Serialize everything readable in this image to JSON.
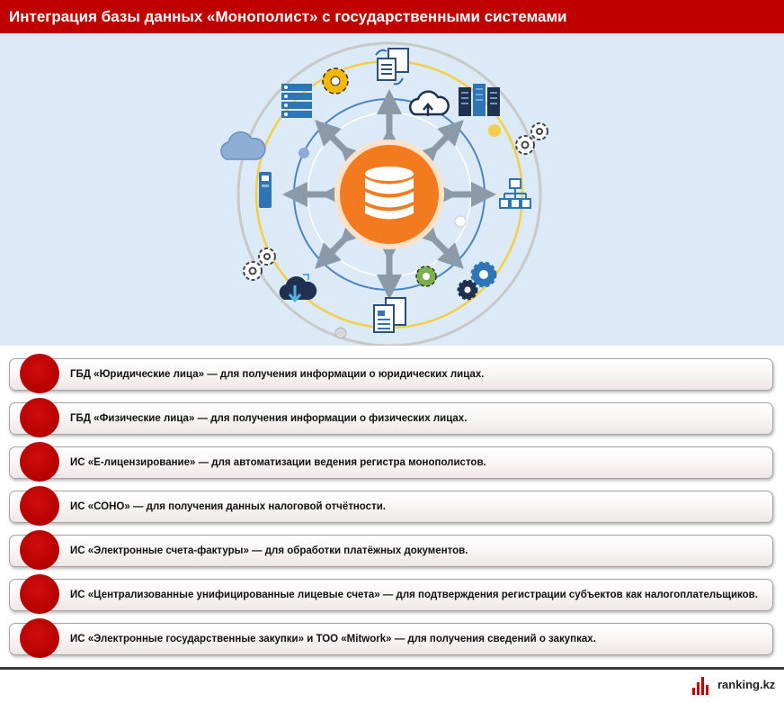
{
  "header": {
    "title": "Интеграция базы данных «Монополист» с государственными системами"
  },
  "items": [
    "ГБД «Юридические лица» — для получения информации о юридических лицах.",
    "ГБД «Физические лица» — для получения информации о физических лицах.",
    "ИС «Е-лицензирование» — для автоматизации ведения регистра монополистов.",
    "ИС «СОНО» — для получения данных налоговой отчётности.",
    "ИС «Электронные счета-фактуры» — для обработки платёжных документов.",
    "ИС «Централизованные унифицированные лицевые счета» — для подтверждения регистрации субъектов как налогоплательщиков.",
    "ИС «Электронные государственные закупки» и ТОО «Mitwork» — для получения сведений о закупках."
  ],
  "footer": {
    "logo_text": "ranking.kz"
  },
  "colors": {
    "brand_red": "#c00000",
    "hero_bg": "#dce9f6",
    "orange": "#f47a20",
    "blue_icon": "#2e75b6",
    "yellow_ring": "#f5cd47"
  },
  "icons": [
    "database-icon",
    "document-icon",
    "cloud-upload-icon",
    "server-icon",
    "gear-icon",
    "cloud-icon",
    "phone-server-icon",
    "hierarchy-icon",
    "cloud-download-icon",
    "gears-icon"
  ]
}
